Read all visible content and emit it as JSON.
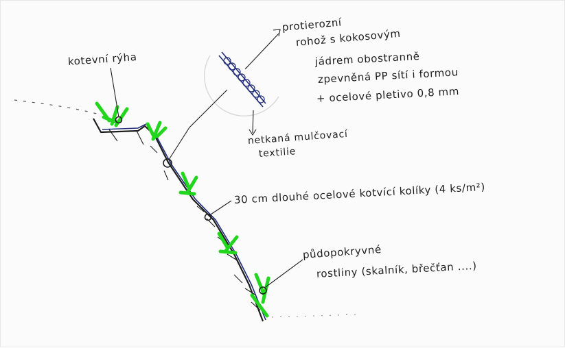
{
  "labels": {
    "anchor_trench": "kotevní rýha",
    "counter_erosion": {
      "line1": "protierozní",
      "line2": "rohož s kokosovým",
      "line3": "jádrem obostranně",
      "line4": "zpevněná PP sítí i formou",
      "line5": "+ ocelové pletivo 0,8 mm"
    },
    "textile": {
      "line1": "netkaná mulčovací",
      "line2": "textilie"
    },
    "pegs": "30 cm dlouhé ocelové kotvící kolíky (4 ks/m²)",
    "plants": {
      "line1": "půdopokryvné",
      "line2": "rostliny (skalník, břečťan ....)"
    }
  },
  "colors": {
    "ink": "#1e1e1e",
    "mat": "#1f2b7a",
    "plants": "#22d61e"
  }
}
